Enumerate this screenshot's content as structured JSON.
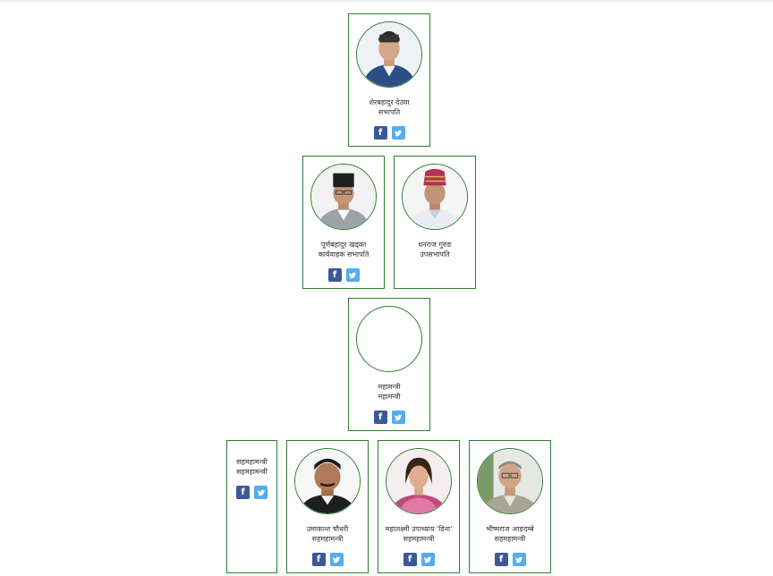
{
  "members": [
    {
      "name": "शेरबहादुर देउवा",
      "role": "सभापति"
    },
    {
      "name": "पूर्णबहादुर खड्का",
      "role": "कार्यवाहक सभापति"
    },
    {
      "name": "धनराज गुरुङ",
      "role": "उपसभापति"
    },
    {
      "name": "महामन्त्री",
      "role": "महामन्त्री"
    },
    {
      "name": "सहमहामन्त्री",
      "role": "सहमहामन्त्री"
    },
    {
      "name": "उमाकान्त चौधरी",
      "role": "सहमहामन्त्री"
    },
    {
      "name": "महालक्ष्मी उपाध्याय 'डिना'",
      "role": "सहमहामन्त्री"
    },
    {
      "name": "भीष्मराज आङदम्बे",
      "role": "सहमहामन्त्री"
    }
  ],
  "social": {
    "facebook_glyph": "f",
    "facebook_icon": "facebook-icon",
    "twitter_icon": "twitter-icon"
  },
  "colors": {
    "card_border": "#2e7d32",
    "facebook": "#3b5998",
    "twitter": "#55acee"
  }
}
